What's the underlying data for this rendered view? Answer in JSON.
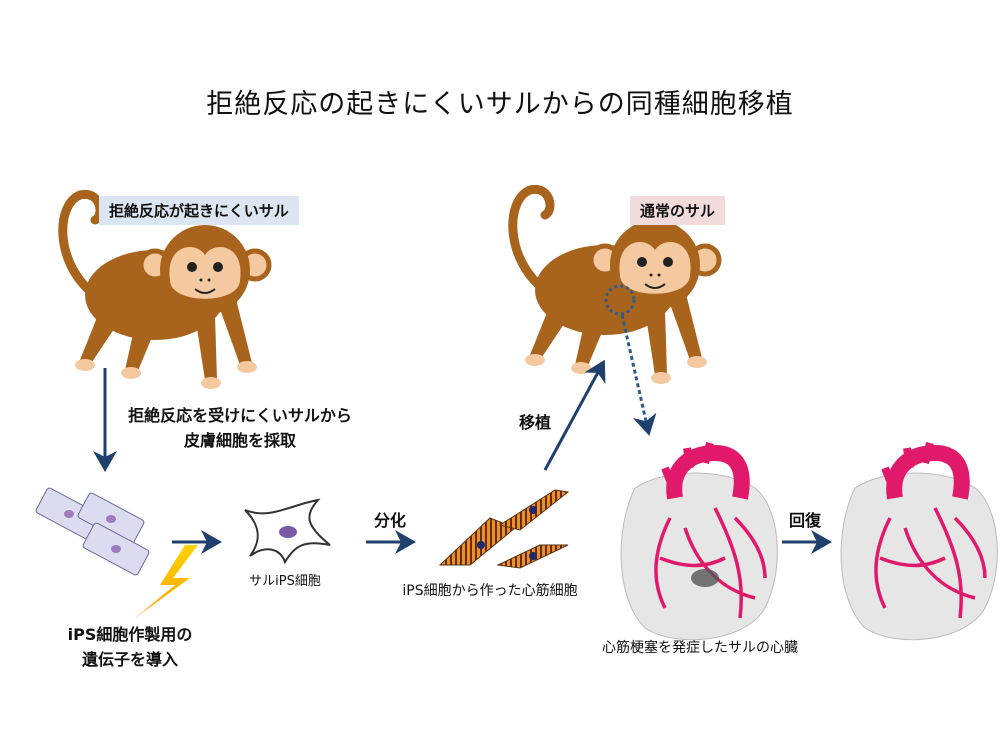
{
  "title": "拒絶反応の起きにくいサルからの同種細胞移植",
  "labels": {
    "donor_monkey": "拒絶反応が起きにくいサル",
    "recipient_monkey": "通常のサル",
    "harvest_line1": "拒絶反応を受けにくいサルから",
    "harvest_line2": "皮膚細胞を採取",
    "gene_line1": "iPS細胞作製用の",
    "gene_line2": "遺伝子を導入",
    "ips_cell": "サルiPS細胞",
    "differentiation": "分化",
    "cardiomyocytes": "iPS細胞から作った心筋細胞",
    "transplant": "移植",
    "infarct_heart": "心筋梗塞を発症したサルの心臓",
    "recovery": "回復"
  },
  "colors": {
    "donor_tag_bg": "#dce6f2",
    "recipient_tag_bg": "#f2dcdb",
    "arrow": "#1f3f6e",
    "monkey_body": "#a8641c",
    "heart_vessel": "#e0196b"
  }
}
